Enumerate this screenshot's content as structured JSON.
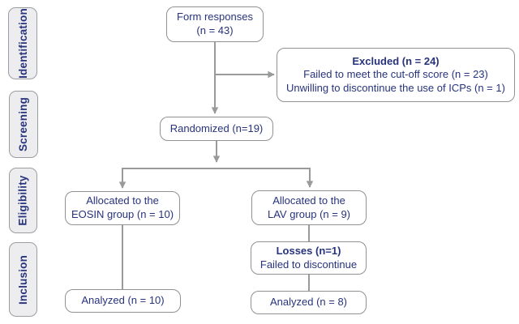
{
  "sidebar": {
    "stages": [
      {
        "label": "Identification"
      },
      {
        "label": "Screening"
      },
      {
        "label": "Eligibility"
      },
      {
        "label": "Inclusion"
      }
    ]
  },
  "flow": {
    "form_responses": {
      "line1": "Form responses",
      "line2": "(n = 43)"
    },
    "excluded": {
      "title": "Excluded (n = 24)",
      "reason1": "Failed to meet the cut-off score (n = 23)",
      "reason2": "Unwilling to discontinue the use of ICPs (n = 1)"
    },
    "randomized": {
      "label": "Randomized (n=19)"
    },
    "allocated_eosin": {
      "line1": "Allocated to the",
      "line2": "EOSIN group (n = 10)"
    },
    "allocated_lav": {
      "line1": "Allocated to the",
      "line2": "LAV group (n = 9)"
    },
    "losses": {
      "title": "Losses (n=1)",
      "detail": "Failed to discontinue"
    },
    "analyzed_eosin": {
      "label": "Analyzed (n = 10)"
    },
    "analyzed_lav": {
      "label": "Analyzed (n = 8)"
    }
  },
  "colors": {
    "text": "#27337d",
    "connector": "#999b9b",
    "node_border": "#8f9292",
    "node_fill": "#ffffff",
    "stage_fill": "#ededef"
  }
}
